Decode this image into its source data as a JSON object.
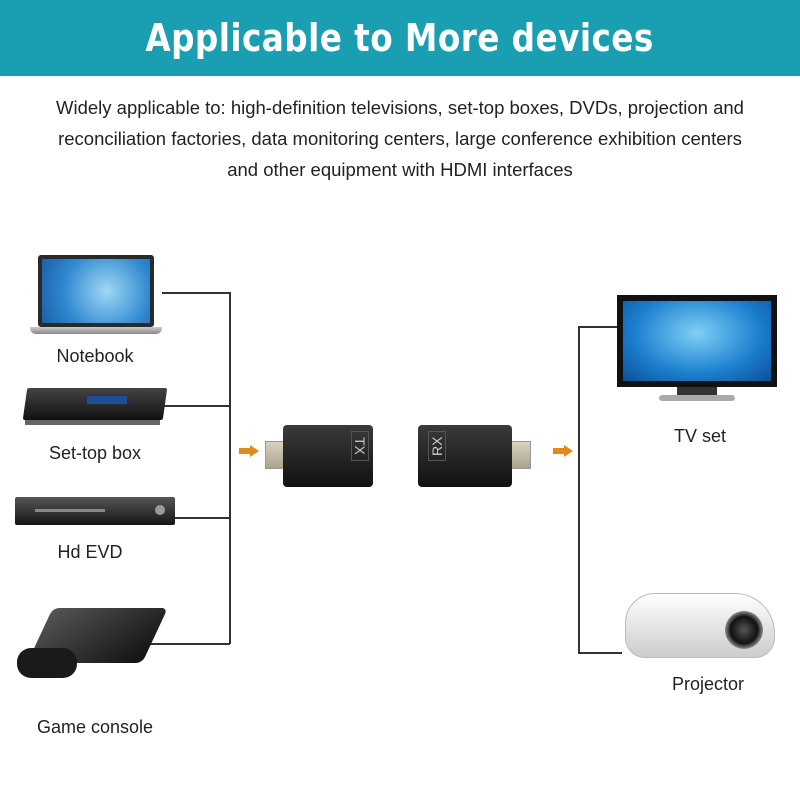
{
  "header": {
    "title": "Applicable to More devices"
  },
  "description": {
    "lines": [
      "Widely applicable to: high-definition televisions, set-top boxes, DVDs, projection and",
      "reconciliation factories, data monitoring centers, large conference exhibition centers",
      "and other equipment with HDMI interfaces"
    ]
  },
  "sources": [
    {
      "label": "Notebook",
      "icon": "laptop-icon"
    },
    {
      "label": "Set-top box",
      "icon": "set-top-box-icon"
    },
    {
      "label": "Hd EVD",
      "icon": "dvd-player-icon"
    },
    {
      "label": "Game console",
      "icon": "game-console-icon"
    }
  ],
  "extenders": {
    "tx_label": "TX",
    "rx_label": "RX"
  },
  "destinations": [
    {
      "label": "TV set",
      "icon": "tv-icon"
    },
    {
      "label": "Projector",
      "icon": "projector-icon"
    }
  ],
  "colors": {
    "banner": "#1a9fb2",
    "arrow": "#e08a1c",
    "line": "#333333"
  }
}
